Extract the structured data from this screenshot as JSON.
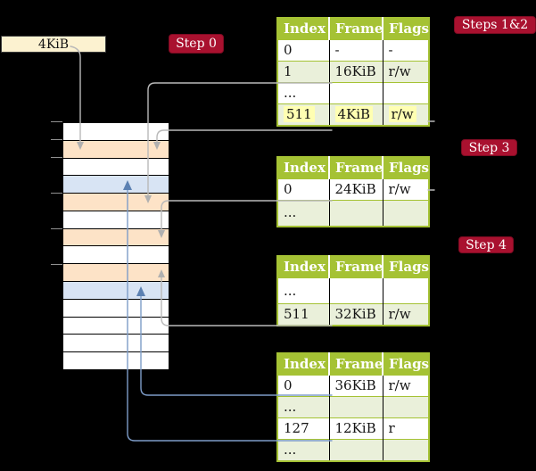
{
  "colors": {
    "olive": "#a5c234",
    "palegreen": "#eaf0da",
    "highlight": "#ffffb2",
    "peach": "#fde3c7",
    "lightblue": "#d8e4f4",
    "cream": "#fcf2d0",
    "badge-bg": "#a9112f",
    "badge-border": "#7d0b22",
    "gray-line": "#b9b9b9",
    "blue-line": "#7d9cc8",
    "blue-head": "#5c81b2"
  },
  "frame_label": {
    "text": "4KiB"
  },
  "step_badges": [
    {
      "label": "Step 0"
    },
    {
      "label": "Steps 1&2"
    },
    {
      "label": "Step 3"
    },
    {
      "label": "Step 4"
    }
  ],
  "table_columns": [
    "Index",
    "Frame",
    "Flags"
  ],
  "tables": [
    {
      "rows": [
        {
          "index": "0",
          "frame": "-",
          "flags": "-"
        },
        {
          "index": "1",
          "frame": "16KiB",
          "flags": "r/w",
          "shaded": true
        },
        {
          "index": "..."
        },
        {
          "index": "511",
          "frame": "4KiB",
          "flags": "r/w",
          "shaded": true,
          "highlight": true
        }
      ]
    },
    {
      "rows": [
        {
          "index": "0",
          "frame": "24KiB",
          "flags": "r/w"
        },
        {
          "index": "...",
          "shaded": true,
          "tall": true
        }
      ]
    },
    {
      "rows": [
        {
          "index": "...",
          "tall": true
        },
        {
          "index": "511",
          "frame": "32KiB",
          "flags": "r/w",
          "shaded": true
        }
      ]
    },
    {
      "rows": [
        {
          "index": "0",
          "frame": "36KiB",
          "flags": "r/w"
        },
        {
          "index": "...",
          "shaded": true
        },
        {
          "index": "127",
          "frame": "12KiB",
          "flags": "r"
        },
        {
          "index": "...",
          "shaded": true
        }
      ]
    }
  ],
  "memory": {
    "rows": [
      {
        "kind": "white"
      },
      {
        "kind": "orange"
      },
      {
        "kind": "white"
      },
      {
        "kind": "blue"
      },
      {
        "kind": "orange"
      },
      {
        "kind": "white"
      },
      {
        "kind": "orange"
      },
      {
        "kind": "white"
      },
      {
        "kind": "orange"
      },
      {
        "kind": "blue"
      },
      {
        "kind": "white"
      },
      {
        "kind": "white"
      },
      {
        "kind": "white"
      },
      {
        "kind": "white"
      }
    ]
  }
}
